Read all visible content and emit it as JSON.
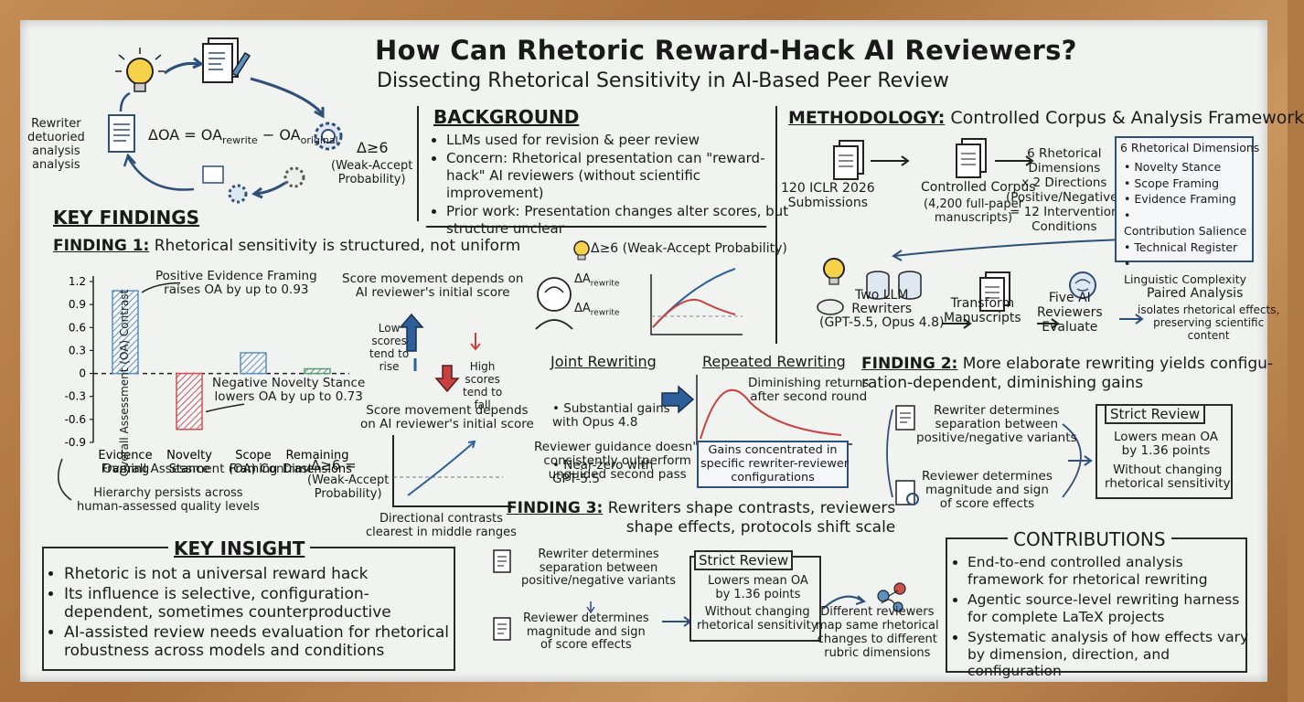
{
  "title": "How Can Rhetoric Reward-Hack AI Reviewers?",
  "subtitle": "Dissecting Rhetorical Sensitivity in AI-Based Peer Review",
  "cycle": {
    "left_label": "Rewriter\ndetuoried\nanalysis\nanalysis",
    "formula": "ΔOA = OArewrite − OAoriginal",
    "delta_label": "Δ≥6",
    "delta_desc": "(Weak-Accept\nProbability)"
  },
  "background": {
    "header": "BACKGROUND",
    "bullets": [
      "LLMs used for revision & peer review",
      "Concern: Rhetorical presentation can \"reward-hack\" AI reviewers (without scientific improvement)",
      "Prior work: Presentation changes alter scores, but structure unclear"
    ]
  },
  "methodology": {
    "header_bold": "METHODOLOGY:",
    "header_rest": " Controlled Corpus & Analysis Framework",
    "submissions": "120 ICLR 2026\nSubmissions",
    "corpus": "Controlled Corpus",
    "corpus_sub": "(4,200 full-paper\nmanuscripts)",
    "conditions": "6 Rhetorical\nDimensions\nx 2 Directions\n(Positive/Negative)\n= 12 Intervention\nConditions",
    "dims_title": "6 Rhetorical Dimensions",
    "dims": [
      "Novelty Stance",
      "Scope Framing",
      "Evidence Framing",
      "Contribution Salience",
      "Technical Register",
      "Linguistic Complexity"
    ],
    "rewriters": "Two LLM\nRewriters\n(GPT-5.5, Opus 4.8)",
    "transform": "Transform\nManuscripts",
    "reviewers": "Five AI\nReviewers\nEvaluate",
    "paired_title": "Paired Analysis",
    "paired_desc": "isolates rhetorical effects,\npreserving scientific\ncontent"
  },
  "key_findings": {
    "header": "KEY FINDINGS",
    "finding1_bold": "FINDING 1:",
    "finding1_rest": " Rhetorical sensitivity is structured, not uniform",
    "hierarchy_note": "Hierarchy persists across\nhuman-assessed quality levels",
    "score_movement_1": "Score movement depends on\nAI reviewer's initial score",
    "low_scores": "Low\nscores\ntend to\nrise",
    "high_scores": "High\nscores\ntend to\nfall",
    "score_movement_2": "Score movement depends\non AI reviewer's initial score",
    "delta_eq": "Δ≥6 =",
    "delta_eq_desc": "(Weak-Accept\nProbability)",
    "directional": "Directional contrasts\nclearest in middle ranges",
    "wa_label": "Δ≥6 (Weak-Accept Probability)",
    "delta_a_rewrite_1": "ΔArewrite",
    "delta_a_rewrite_2": "ΔArewrite"
  },
  "chart_data": {
    "type": "bar",
    "categories": [
      "Evidence\nFraming",
      "Novelty\nStance",
      "Scope\nFraming",
      "Remaining\nDimensions"
    ],
    "values": [
      1.08,
      -0.73,
      0.27,
      0.06
    ],
    "ylabel": "Overall Assessment (OA) Contrast",
    "xlabel": "Overall Assessment (OA) Contrast",
    "ylim": [
      -0.9,
      1.2
    ],
    "yticks": [
      "1.2",
      "0.9",
      "0.6",
      "0.3",
      "0",
      "-0.3",
      "-0.6",
      "-0.9"
    ],
    "annotations": [
      "Positive Evidence Framing\nraises OA by up to 0.93",
      "Negative Novelty Stance\nlowers OA by up to 0.73"
    ],
    "colors": [
      "#5b8fc0",
      "#d0504e",
      "#5b8fc0",
      "#5b9a6b"
    ]
  },
  "joint": {
    "header": "Joint Rewriting",
    "bullets": [
      "Substantial gains\nwith Opus 4.8",
      "Near-zero with\nGPT-5.5"
    ],
    "guidance": "Reviewer guidance doesn't\nconsistently outperform\nunguided second pass"
  },
  "repeated": {
    "header": "Repeated Rewriting",
    "note": "Diminishing returns\nafter second round",
    "box": "Gains concentrated in\nspecific rewriter-reviewer\nconfigurations"
  },
  "finding2": {
    "header_bold": "FINDING 2:",
    "header_rest": " More elaborate rewriting yields configu-\nration-dependent, diminishing gains",
    "rewriter": "Rewriter determines\nseparation between\npositive/negative variants",
    "reviewer": "Reviewer determines\nmagnitude and sign\nof score effects",
    "strict_title": "Strict Review",
    "strict_l1": "Lowers mean OA\nby 1.36 points",
    "strict_l2": "Without changing\nrhetorical sensitivity"
  },
  "finding3": {
    "header_bold": "FINDING 3:",
    "header_rest": " Rewriters shape contrasts, reviewers\nshape effects, protocols shift scale",
    "rewriter": "Rewriter determines\nseparation between\npositive/negative variants",
    "reviewer": "Reviewer determines\nmagnitude and sign\nof score effects",
    "strict_title": "Strict Review",
    "strict_l1": "Lowers mean OA\nby 1.36 points",
    "strict_l2": "Without changing\nrhetorical sensitivity",
    "different": "Different reviewers\nmap same rhetorical\nchanges to different\nrubric dimensions"
  },
  "key_insight": {
    "header": "KEY INSIGHT",
    "bullets": [
      "Rhetoric is not a universal reward hack",
      "Its influence is selective, configuration-dependent, sometimes counterproductive",
      "AI-assisted review needs evaluation for rhetorical robustness across models and conditions"
    ]
  },
  "contributions": {
    "header": "CONTRIBUTIONS",
    "bullets": [
      "End-to-end controlled analysis framework for rhetorical rewriting",
      "Agentic source-level rewriting harness for complete LaTeX projects",
      "Systematic analysis of how effects vary by dimension, direction, and configuration"
    ]
  }
}
